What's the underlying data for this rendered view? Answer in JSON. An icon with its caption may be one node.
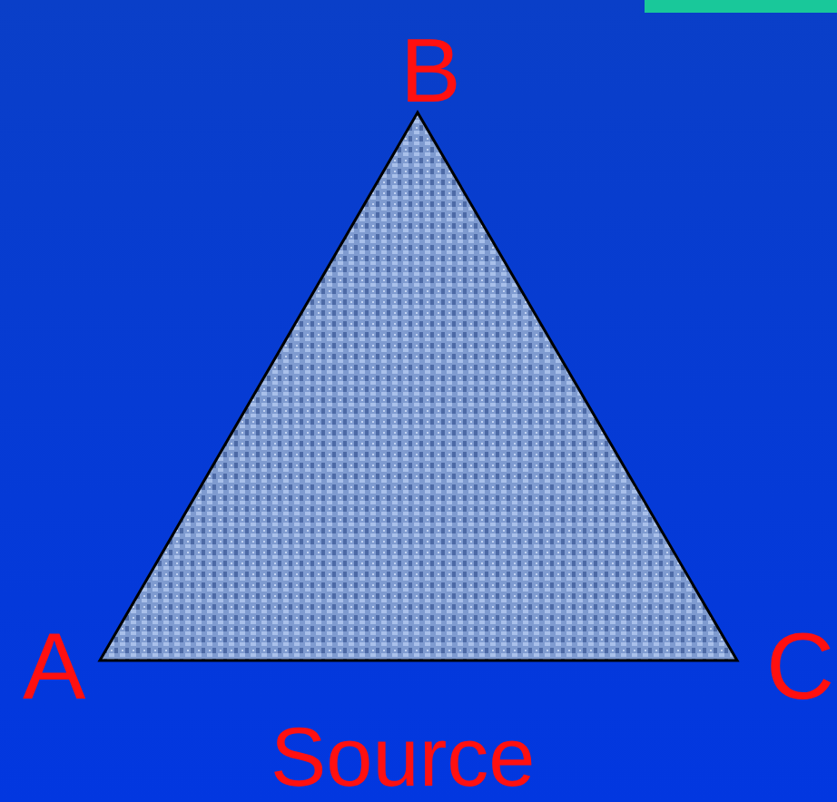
{
  "diagram": {
    "labels": [
      "B",
      "A",
      "C",
      "Source"
    ]
  }
}
